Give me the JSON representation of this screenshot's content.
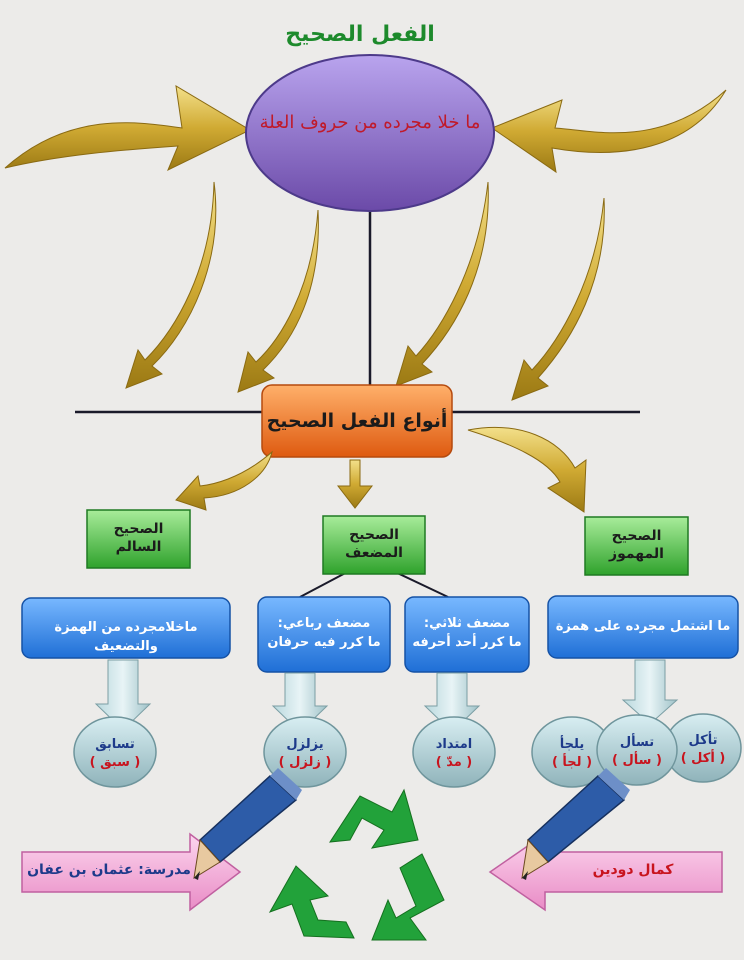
{
  "title": "الفعل الصحيح",
  "definition": "ما خلا مجرده من حروف العلة",
  "main_box": "أنواع الفعل الصحيح",
  "categories": {
    "salim": [
      "الصحيح",
      "السالم"
    ],
    "mudaaf": [
      "الصحيح",
      "المضعف"
    ],
    "mahmooz": [
      "الصحيح",
      "المهموز"
    ]
  },
  "definitions": {
    "salim": "ماخلامجرده من الهمزة والتضعيف",
    "mudaaf_rubai": [
      "مضعف رباعي:",
      "ما كرر فيه حرفان"
    ],
    "mudaaf_thulathi": [
      "مضعف ثلاثي:",
      "ما كرر أحد أحرفه"
    ],
    "mahmooz": "ما اشتمل مجرده على همزة"
  },
  "examples": [
    {
      "word": "تسابق",
      "root": "( سبق )"
    },
    {
      "word": "يزلزل",
      "root": "( زلزل )"
    },
    {
      "word": "امتداد",
      "root": "( مدّ )"
    },
    {
      "word": "يلجأ",
      "root": "( لجأ )"
    },
    {
      "word": "تسأل",
      "root": "( سأل )"
    },
    {
      "word": "تأكل",
      "root": "( أكل )"
    }
  ],
  "school": "مدرسة: عثمان بن عفان",
  "author": "كمال دودين",
  "colors": {
    "title_green": "#1d8a2c",
    "definition_red": "#c01a2a",
    "arrow_gold": "#c9a227",
    "main_orange": "#ea6a1b",
    "category_green": "#46b842",
    "definition_blue": "#2f7fe6",
    "oval_teal": "#a9c6cc",
    "example_red": "#c8141e",
    "oval_purple": "#8c6fc8",
    "recycle_green": "#22a23a",
    "banner_pink": "#f4a6d4"
  },
  "icons": [
    "curved-arrow-icon",
    "down-arrow-icon",
    "pencil-icon",
    "recycle-icon"
  ]
}
